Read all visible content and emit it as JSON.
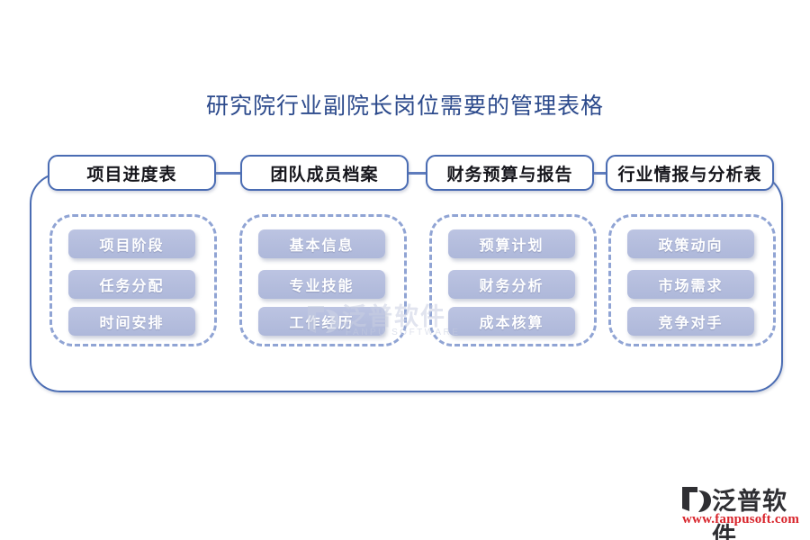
{
  "title": "研究院行业副院长岗位需要的管理表格",
  "colors": {
    "title": "#2c4a8c",
    "frame_border": "#4a6cb3",
    "dashed_border": "#90a4d4",
    "pill_fill": "#b4bddd",
    "pill_text": "#ffffff",
    "logo_text": "#2f2f33",
    "logo_url": "#d8232a",
    "background": "#ffffff"
  },
  "columns": [
    {
      "header": "项目进度表",
      "items": [
        "项目阶段",
        "任务分配",
        "时间安排"
      ]
    },
    {
      "header": "团队成员档案",
      "items": [
        "基本信息",
        "专业技能",
        "工作经历"
      ]
    },
    {
      "header": "财务预算与报告",
      "items": [
        "预算计划",
        "财务分析",
        "成本核算"
      ]
    },
    {
      "header": "行业情报与分析表",
      "items": [
        "政策动向",
        "市场需求",
        "竞争对手"
      ]
    }
  ],
  "watermark": {
    "name": "泛普软件",
    "subtitle": "FANPU SOFTWARE",
    "icon": "fanpu-mark-icon"
  },
  "brand_logo": {
    "name": "泛普软件",
    "url": "www.fanpusoft.com",
    "icon": "fanpu-mark-icon"
  }
}
